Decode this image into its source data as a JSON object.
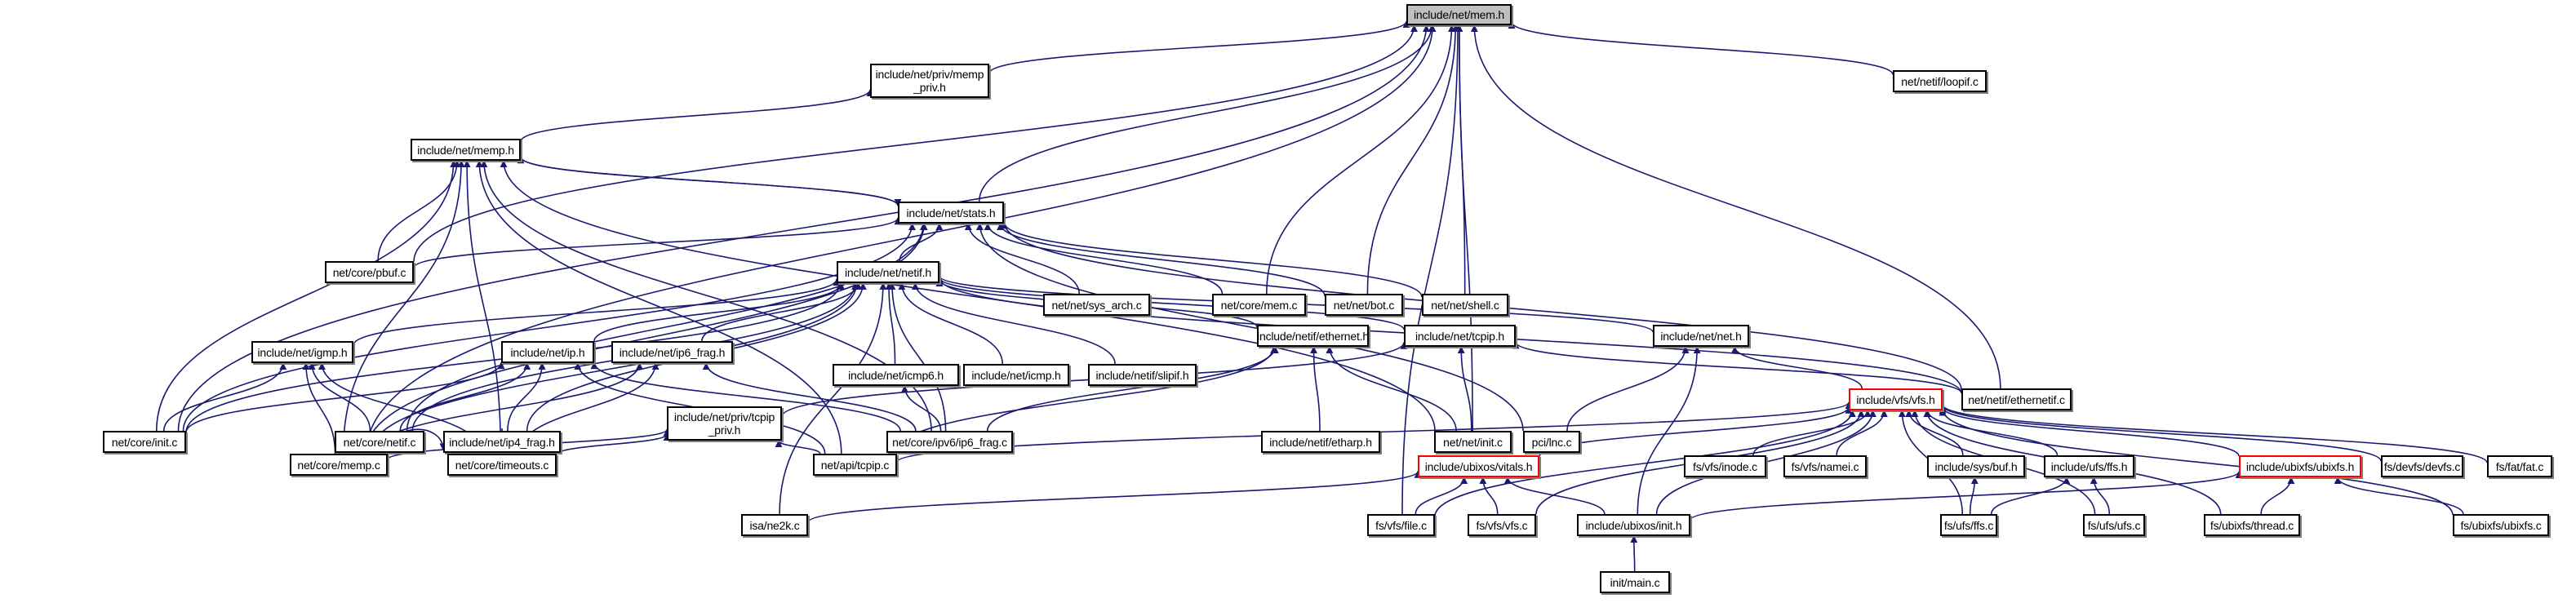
{
  "graph": {
    "title": "include/net/mem.h",
    "colors": {
      "edge": "#191970",
      "focus_fill": "#bfbfbf",
      "truncated_border": "#ff0000",
      "node_border": "#000000"
    },
    "nodes": [
      {
        "id": "mem_h",
        "label": "include/net/mem.h",
        "kind": "focus"
      },
      {
        "id": "memp_priv_h",
        "label": "include/net/priv/memp\n_priv.h"
      },
      {
        "id": "loopif_c",
        "label": "net/netif/loopif.c"
      },
      {
        "id": "memp_h",
        "label": "include/net/memp.h"
      },
      {
        "id": "stats_h",
        "label": "include/net/stats.h"
      },
      {
        "id": "pbuf_c",
        "label": "net/core/pbuf.c"
      },
      {
        "id": "sys_arch_c",
        "label": "net/net/sys_arch.c"
      },
      {
        "id": "mem_c",
        "label": "net/core/mem.c"
      },
      {
        "id": "bot_c",
        "label": "net/net/bot.c"
      },
      {
        "id": "shell_c",
        "label": "net/net/shell.c"
      },
      {
        "id": "netif_h",
        "label": "include/net/netif.h"
      },
      {
        "id": "icmp6_h",
        "label": "include/net/icmp6.h"
      },
      {
        "id": "icmp_h",
        "label": "include/net/icmp.h"
      },
      {
        "id": "slipif_h",
        "label": "include/netif/slipif.h"
      },
      {
        "id": "ethernet_h",
        "label": "include/netif/ethernet.h"
      },
      {
        "id": "tcpip_h",
        "label": "include/net/tcpip.h"
      },
      {
        "id": "net_h",
        "label": "include/net/net.h"
      },
      {
        "id": "igmp_h",
        "label": "include/net/igmp.h"
      },
      {
        "id": "ip_h",
        "label": "include/net/ip.h"
      },
      {
        "id": "ip6_frag_h",
        "label": "include/net/ip6_frag.h"
      },
      {
        "id": "core_init_c",
        "label": "net/core/init.c"
      },
      {
        "id": "netif_c",
        "label": "net/core/netif.c"
      },
      {
        "id": "ip4_frag_h",
        "label": "include/net/ip4_frag.h"
      },
      {
        "id": "tcpip_priv_h",
        "label": "include/net/priv/tcpip\n_priv.h"
      },
      {
        "id": "ip6_frag_c",
        "label": "net/core/ipv6/ip6_frag.c"
      },
      {
        "id": "etharp_h",
        "label": "include/netif/etharp.h"
      },
      {
        "id": "net_init_c",
        "label": "net/net/init.c"
      },
      {
        "id": "lnc_c",
        "label": "pci/lnc.c"
      },
      {
        "id": "vfs_h",
        "label": "include/vfs/vfs.h",
        "kind": "truncated"
      },
      {
        "id": "ethernetif_c",
        "label": "net/netif/ethernetif.c"
      },
      {
        "id": "memp_c",
        "label": "net/core/memp.c"
      },
      {
        "id": "timeouts_c",
        "label": "net/core/timeouts.c"
      },
      {
        "id": "tcpip_c",
        "label": "net/api/tcpip.c"
      },
      {
        "id": "vitals_h",
        "label": "include/ubixos/vitals.h",
        "kind": "truncated"
      },
      {
        "id": "inode_c",
        "label": "fs/vfs/inode.c"
      },
      {
        "id": "namei_c",
        "label": "fs/vfs/namei.c"
      },
      {
        "id": "buf_h",
        "label": "include/sys/buf.h"
      },
      {
        "id": "ffs_h",
        "label": "include/ufs/ffs.h"
      },
      {
        "id": "ubixfs_h",
        "label": "include/ubixfs/ubixfs.h",
        "kind": "truncated"
      },
      {
        "id": "devfs_c",
        "label": "fs/devfs/devfs.c"
      },
      {
        "id": "fat_c",
        "label": "fs/fat/fat.c"
      },
      {
        "id": "ne2k_c",
        "label": "isa/ne2k.c"
      },
      {
        "id": "file_c",
        "label": "fs/vfs/file.c"
      },
      {
        "id": "vfs_c",
        "label": "fs/vfs/vfs.c"
      },
      {
        "id": "ubixos_init_h",
        "label": "include/ubixos/init.h"
      },
      {
        "id": "ffs_c",
        "label": "fs/ufs/ffs.c"
      },
      {
        "id": "ufs_c",
        "label": "fs/ufs/ufs.c"
      },
      {
        "id": "thread_c",
        "label": "fs/ubixfs/thread.c"
      },
      {
        "id": "ubixfs_c",
        "label": "fs/ubixfs/ubixfs.c"
      },
      {
        "id": "main_c",
        "label": "init/main.c"
      }
    ],
    "edges": [
      [
        "memp_priv_h",
        "mem_h"
      ],
      [
        "loopif_c",
        "mem_h"
      ],
      [
        "stats_h",
        "mem_h"
      ],
      [
        "pbuf_c",
        "mem_h"
      ],
      [
        "mem_c",
        "mem_h"
      ],
      [
        "bot_c",
        "mem_h"
      ],
      [
        "shell_c",
        "mem_h"
      ],
      [
        "net_init_c",
        "mem_h"
      ],
      [
        "ethernetif_c",
        "mem_h"
      ],
      [
        "core_init_c",
        "mem_h"
      ],
      [
        "memp_c",
        "mem_h"
      ],
      [
        "file_c",
        "mem_h"
      ],
      [
        "memp_h",
        "memp_priv_h"
      ],
      [
        "stats_h",
        "memp_h"
      ],
      [
        "pbuf_c",
        "memp_h"
      ],
      [
        "core_init_c",
        "memp_h"
      ],
      [
        "memp_c",
        "memp_h"
      ],
      [
        "timeouts_c",
        "memp_h"
      ],
      [
        "tcpip_c",
        "memp_h"
      ],
      [
        "ip6_frag_c",
        "memp_h"
      ],
      [
        "net_init_c",
        "memp_h"
      ],
      [
        "netif_h",
        "stats_h"
      ],
      [
        "sys_arch_c",
        "stats_h"
      ],
      [
        "mem_c",
        "stats_h"
      ],
      [
        "bot_c",
        "stats_h"
      ],
      [
        "shell_c",
        "stats_h"
      ],
      [
        "pbuf_c",
        "stats_h"
      ],
      [
        "core_init_c",
        "stats_h"
      ],
      [
        "netif_c",
        "stats_h"
      ],
      [
        "memp_c",
        "stats_h"
      ],
      [
        "ethernetif_c",
        "stats_h"
      ],
      [
        "lnc_c",
        "stats_h"
      ],
      [
        "memp_h",
        "stats_h"
      ],
      [
        "icmp6_h",
        "netif_h"
      ],
      [
        "icmp_h",
        "netif_h"
      ],
      [
        "slipif_h",
        "netif_h"
      ],
      [
        "ethernet_h",
        "netif_h"
      ],
      [
        "tcpip_h",
        "netif_h"
      ],
      [
        "net_h",
        "netif_h"
      ],
      [
        "igmp_h",
        "netif_h"
      ],
      [
        "ip_h",
        "netif_h"
      ],
      [
        "ip6_frag_h",
        "netif_h"
      ],
      [
        "core_init_c",
        "netif_h"
      ],
      [
        "netif_c",
        "netif_h"
      ],
      [
        "ip4_frag_h",
        "netif_h"
      ],
      [
        "ip6_frag_c",
        "netif_h"
      ],
      [
        "ethernetif_c",
        "netif_h"
      ],
      [
        "ne2k_c",
        "netif_h"
      ],
      [
        "memp_c",
        "netif_h"
      ],
      [
        "etharp_h",
        "ethernet_h"
      ],
      [
        "net_init_c",
        "ethernet_h"
      ],
      [
        "tcpip_c",
        "ethernet_h"
      ],
      [
        "ip6_frag_c",
        "ethernet_h"
      ],
      [
        "net_init_c",
        "tcpip_h"
      ],
      [
        "tcpip_priv_h",
        "tcpip_h"
      ],
      [
        "ethernetif_c",
        "tcpip_h"
      ],
      [
        "lnc_c",
        "net_h"
      ],
      [
        "ubixos_init_h",
        "net_h"
      ],
      [
        "vfs_h",
        "net_h"
      ],
      [
        "core_init_c",
        "igmp_h"
      ],
      [
        "netif_c",
        "igmp_h"
      ],
      [
        "memp_c",
        "igmp_h"
      ],
      [
        "timeouts_c",
        "igmp_h"
      ],
      [
        "core_init_c",
        "ip_h"
      ],
      [
        "netif_c",
        "ip_h"
      ],
      [
        "ip4_frag_h",
        "ip_h"
      ],
      [
        "ip6_frag_c",
        "ip_h"
      ],
      [
        "tcpip_c",
        "ip_h"
      ],
      [
        "memp_c",
        "ip6_frag_h"
      ],
      [
        "timeouts_c",
        "ip6_frag_h"
      ],
      [
        "ip6_frag_c",
        "ip6_frag_h"
      ],
      [
        "memp_c",
        "ip4_frag_h"
      ],
      [
        "timeouts_c",
        "ip4_frag_h"
      ],
      [
        "memp_c",
        "tcpip_priv_h"
      ],
      [
        "timeouts_c",
        "tcpip_priv_h"
      ],
      [
        "tcpip_c",
        "tcpip_priv_h"
      ],
      [
        "ip6_frag_c",
        "icmp6_h"
      ],
      [
        "vitals_h",
        "vfs_h"
      ],
      [
        "inode_c",
        "vfs_h"
      ],
      [
        "namei_c",
        "vfs_h"
      ],
      [
        "buf_h",
        "vfs_h"
      ],
      [
        "ffs_h",
        "vfs_h"
      ],
      [
        "ubixfs_h",
        "vfs_h"
      ],
      [
        "devfs_c",
        "vfs_h"
      ],
      [
        "fat_c",
        "vfs_h"
      ],
      [
        "tcpip_c",
        "vfs_h"
      ],
      [
        "file_c",
        "vfs_h"
      ],
      [
        "vfs_c",
        "vfs_h"
      ],
      [
        "ubixos_init_h",
        "vfs_h"
      ],
      [
        "ffs_c",
        "vfs_h"
      ],
      [
        "ufs_c",
        "vfs_h"
      ],
      [
        "thread_c",
        "vfs_h"
      ],
      [
        "ubixfs_c",
        "vfs_h"
      ],
      [
        "ne2k_c",
        "vitals_h"
      ],
      [
        "file_c",
        "vitals_h"
      ],
      [
        "vfs_c",
        "vitals_h"
      ],
      [
        "ubixos_init_h",
        "vitals_h"
      ],
      [
        "ffs_c",
        "buf_h"
      ],
      [
        "ffs_c",
        "ffs_h"
      ],
      [
        "ufs_c",
        "ffs_h"
      ],
      [
        "ubixos_init_h",
        "ubixfs_h"
      ],
      [
        "thread_c",
        "ubixfs_h"
      ],
      [
        "ubixfs_c",
        "ubixfs_h"
      ],
      [
        "main_c",
        "ubixos_init_h"
      ]
    ]
  }
}
